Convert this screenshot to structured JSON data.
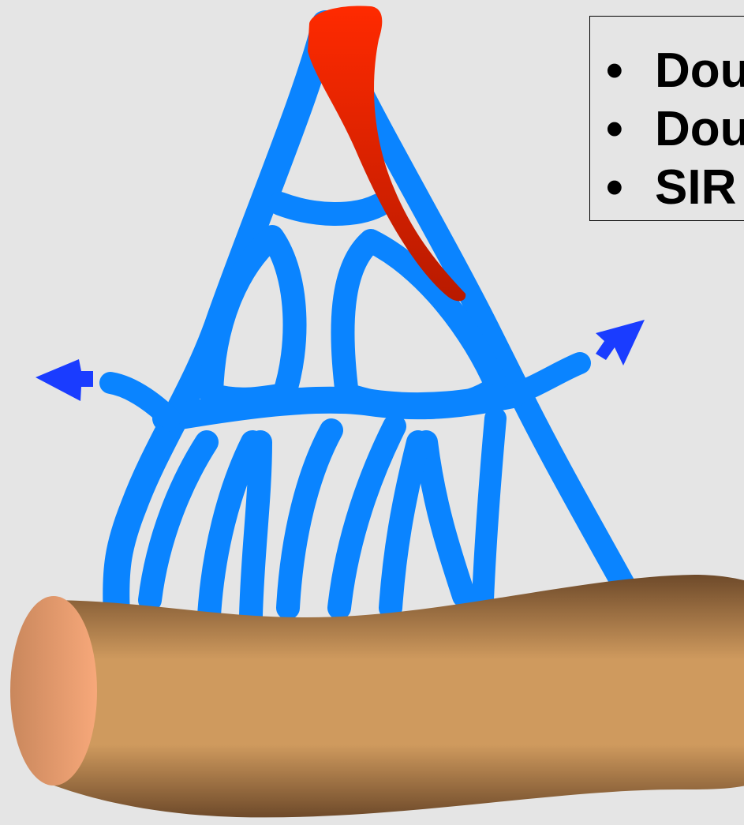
{
  "legend": {
    "items": [
      {
        "bullet": "•",
        "text": "Dou"
      },
      {
        "bullet": "•",
        "text": "Dou"
      },
      {
        "bullet": "•",
        "text": "SIR"
      }
    ]
  },
  "colors": {
    "background": "#e5e5e5",
    "network": "#0a84ff",
    "arrow": "#1a3cff",
    "red_vessel_top": "#ff2a00",
    "red_vessel_bottom": "#b81a00",
    "tube_body": "#cf9a5e",
    "tube_shadow": "#7a5533",
    "tube_end": "#f2a478"
  },
  "icons": {
    "left_arrow": "arrow-left-icon",
    "right_arrow": "arrow-up-right-icon"
  }
}
